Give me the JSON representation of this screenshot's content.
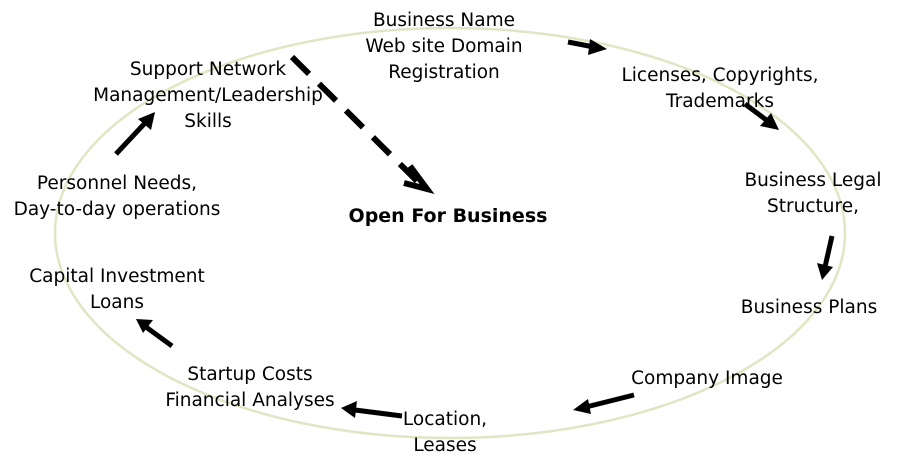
{
  "diagram": {
    "center_label": "Open For Business",
    "steps": [
      {
        "id": "business-name",
        "lines": [
          "Business Name",
          "Web site Domain",
          "Registration"
        ]
      },
      {
        "id": "licenses",
        "lines": [
          "Licenses, Copyrights,",
          "Trademarks"
        ]
      },
      {
        "id": "legal-structure",
        "lines": [
          "Business Legal",
          "Structure,"
        ]
      },
      {
        "id": "business-plans",
        "lines": [
          "Business Plans"
        ]
      },
      {
        "id": "company-image",
        "lines": [
          "Company Image"
        ]
      },
      {
        "id": "location",
        "lines": [
          "Location,",
          "Leases"
        ]
      },
      {
        "id": "startup-costs",
        "lines": [
          "Startup Costs",
          "Financial Analyses"
        ]
      },
      {
        "id": "capital",
        "lines": [
          "Capital Investment",
          "Loans"
        ]
      },
      {
        "id": "personnel",
        "lines": [
          "Personnel Needs,",
          "Day-to-day operations"
        ]
      },
      {
        "id": "support-network",
        "lines": [
          "Support Network",
          "Management/Leadership",
          "Skills"
        ]
      }
    ],
    "colors": {
      "cycle_line": "#dfe6c4",
      "arrow": "#000000",
      "text": "#000000"
    }
  }
}
